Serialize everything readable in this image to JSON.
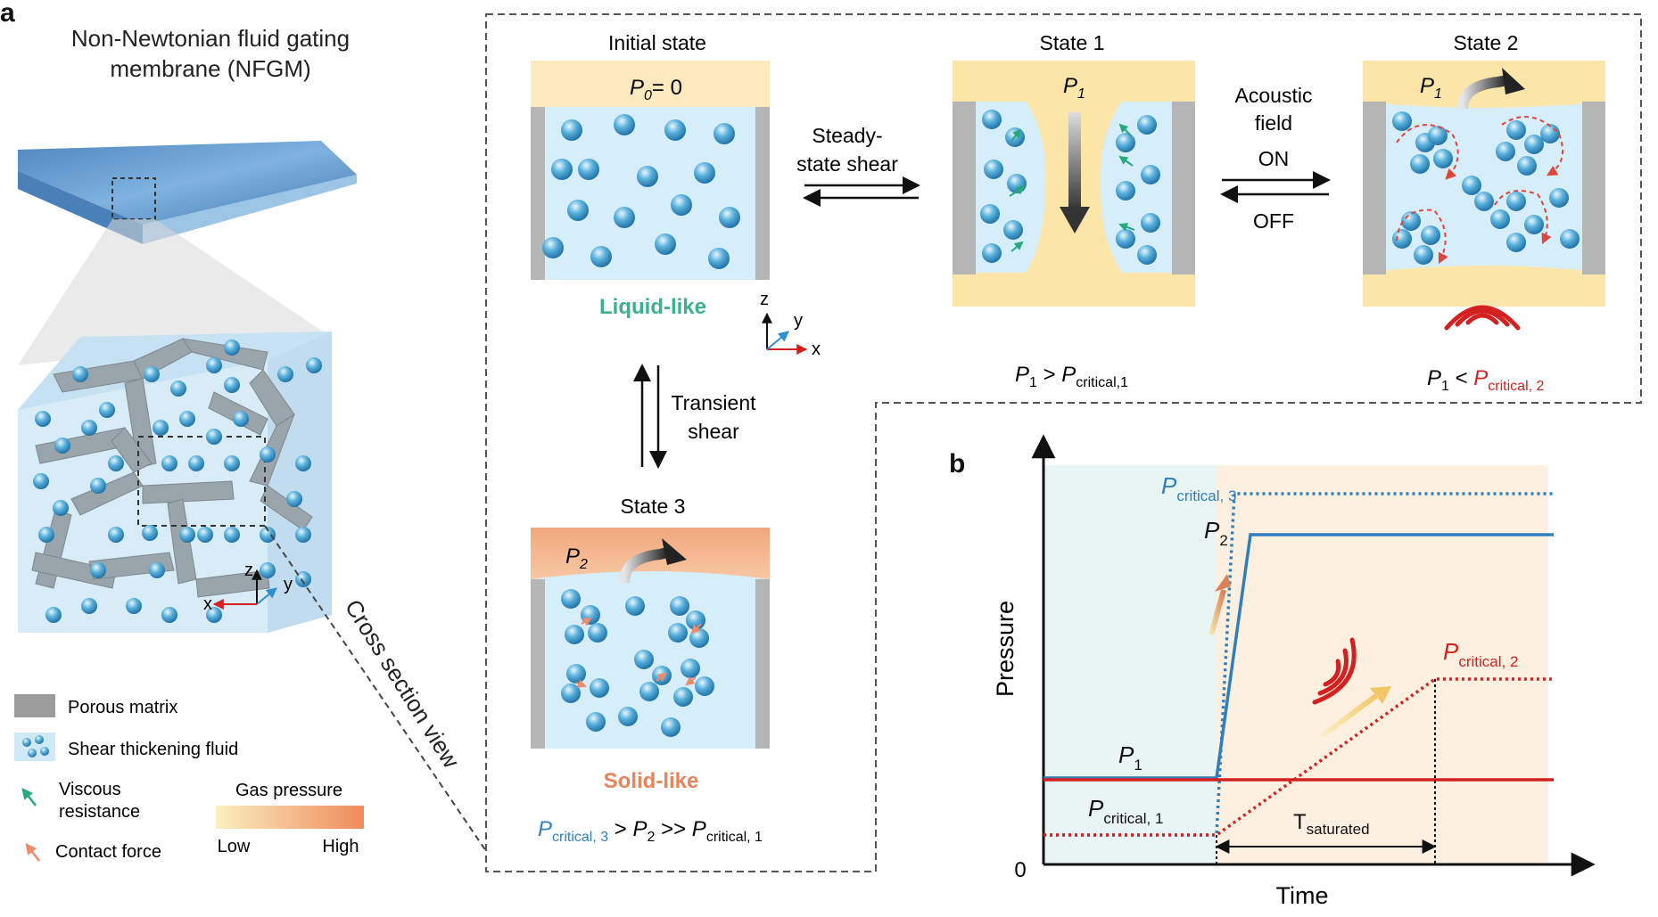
{
  "panel_a": {
    "label": "a",
    "membrane_title_line1": "Non-Newtonian fluid gating",
    "membrane_title_line2": "membrane (NFGM)",
    "cross_section_label": "Cross section view",
    "axes_small": {
      "x": "x",
      "y": "y",
      "z": "z"
    },
    "axes_main": {
      "x": "x",
      "y": "y",
      "z": "z"
    },
    "initial_state": {
      "title": "Initial state",
      "pressure": "P",
      "pressure_sub": "0",
      "pressure_value": "= 0",
      "caption": "Liquid-like"
    },
    "state1": {
      "title": "State 1",
      "pressure": "P",
      "pressure_sub": "1",
      "relation_left": "P",
      "relation_left_sub": "1",
      "relation_op": " > ",
      "relation_right": "P",
      "relation_right_sub": "critical,1"
    },
    "state2": {
      "title": "State 2",
      "pressure": "P",
      "pressure_sub": "1",
      "relation_left": "P",
      "relation_left_sub": "1",
      "relation_op": " < ",
      "relation_right": "P",
      "relation_right_sub": "critical, 2"
    },
    "state3": {
      "title": "State 3",
      "pressure": "P",
      "pressure_sub": "2",
      "caption": "Solid-like",
      "relation_a": "P",
      "relation_a_sub": "critical, 3",
      "relation_op1": " > ",
      "relation_b": "P",
      "relation_b_sub": "2",
      "relation_op2": " >> ",
      "relation_c": "P",
      "relation_c_sub": "critical, 1"
    },
    "transition_steady_line1": "Steady-",
    "transition_steady_line2": "state shear",
    "transition_acoustic_line1": "Acoustic",
    "transition_acoustic_line2": "field",
    "transition_on": "ON",
    "transition_off": "OFF",
    "transition_transient_line1": "Transient",
    "transition_transient_line2": "shear"
  },
  "legend": {
    "porous_matrix": "Porous matrix",
    "shear_thickening_fluid": "Shear thickening fluid",
    "viscous_line1": "Viscous",
    "viscous_line2": "resistance",
    "contact_force": "Contact force",
    "gas_pressure_title": "Gas pressure",
    "gas_low": "Low",
    "gas_high": "High"
  },
  "panel_b": {
    "label": "b",
    "ylabel": "Pressure",
    "xlabel": "Time",
    "origin": "0",
    "label_p1": "P",
    "label_p1_sub": "1",
    "label_p2": "P",
    "label_p2_sub": "2",
    "label_pc1": "P",
    "label_pc1_sub": "critical, 1",
    "label_pc2": "P",
    "label_pc2_sub": "critical, 2",
    "label_pc3": "P",
    "label_pc3_sub": "critical, 3",
    "label_tsat": "T",
    "label_tsat_sub": "saturated"
  },
  "colors": {
    "blue": "#2f7fbf",
    "red": "#d42020",
    "green": "#3bb18f",
    "orange": "#e8845a",
    "fluid": "#d6eef9",
    "matrix": "#b9b9b9",
    "gas_low": "#fbe9bb",
    "gas_high": "#ef9a6d"
  }
}
